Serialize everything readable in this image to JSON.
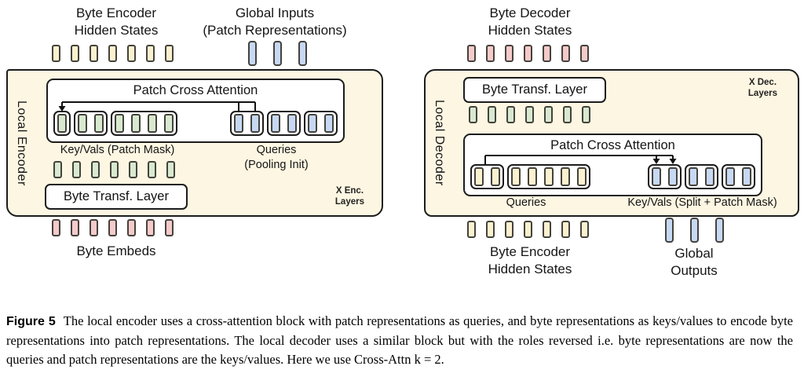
{
  "colors": {
    "panel_bg": "#fdf6e2",
    "border": "#1c1c1c",
    "token_border": "#44423c",
    "token_yellow": "#fcf1cf",
    "token_blue": "#c7d8f3",
    "token_green": "#d8e9d0",
    "token_pink": "#f5caca"
  },
  "encoder": {
    "title": "Local Encoder",
    "top_label": "Byte Encoder\nHidden States",
    "global_label": "Global Inputs\n(Patch Representations)",
    "pca_title": "Patch Cross Attention",
    "keyvals_label": "Key/Vals (Patch Mask)",
    "queries_label": "Queries\n(Pooling Init)",
    "transf_label": "Byte Transf. Layer",
    "layers_label": "X Enc.\nLayers",
    "embeds_label": "Byte Embeds",
    "top_tokens": {
      "count": 7,
      "color": "yellow",
      "variant": "small"
    },
    "global_tokens": {
      "count": 3,
      "color": "blue",
      "variant": "tall"
    },
    "keyval_groups": [
      {
        "count": 1,
        "color": "green"
      },
      {
        "count": 2,
        "color": "green"
      },
      {
        "count": 4,
        "color": "green"
      }
    ],
    "query_groups": [
      {
        "count": 2,
        "color": "blue"
      },
      {
        "count": 2,
        "color": "blue"
      },
      {
        "count": 2,
        "color": "blue"
      }
    ],
    "hidden_tokens": {
      "count": 7,
      "color": "green",
      "variant": "small"
    },
    "embed_tokens": {
      "count": 7,
      "color": "pink",
      "variant": "small"
    }
  },
  "decoder": {
    "title": "Local Decoder",
    "top_label": "Byte Decoder\nHidden States",
    "transf_label": "Byte Transf. Layer",
    "layers_label": "X Dec.\nLayers",
    "pca_title": "Patch Cross Attention",
    "queries_label": "Queries",
    "keyvals_label": "Key/Vals (Split + Patch Mask)",
    "bottom_label": "Byte Encoder\nHidden States",
    "global_label": "Global\nOutputs",
    "top_tokens": {
      "count": 7,
      "color": "pink",
      "variant": "small"
    },
    "hidden_tokens": {
      "count": 7,
      "color": "green",
      "variant": "small"
    },
    "query_groups": [
      {
        "count": 2,
        "color": "yellow"
      },
      {
        "count": 5,
        "color": "yellow"
      }
    ],
    "keyval_groups": [
      {
        "count": 2,
        "color": "blue"
      },
      {
        "count": 2,
        "color": "blue"
      },
      {
        "count": 2,
        "color": "blue"
      }
    ],
    "bottom_tokens": {
      "count": 7,
      "color": "yellow",
      "variant": "small"
    },
    "global_tokens": {
      "count": 3,
      "color": "blue",
      "variant": "tall"
    }
  },
  "caption": {
    "tag": "Figure 5",
    "body": "The local encoder uses a cross-attention block with patch representations as queries, and byte representations as keys/values to encode byte representations into patch representations. The local decoder uses a similar block but with the roles reversed i.e. byte representations are now the queries and patch representations are the keys/values. Here we use Cross-Attn k = 2."
  }
}
